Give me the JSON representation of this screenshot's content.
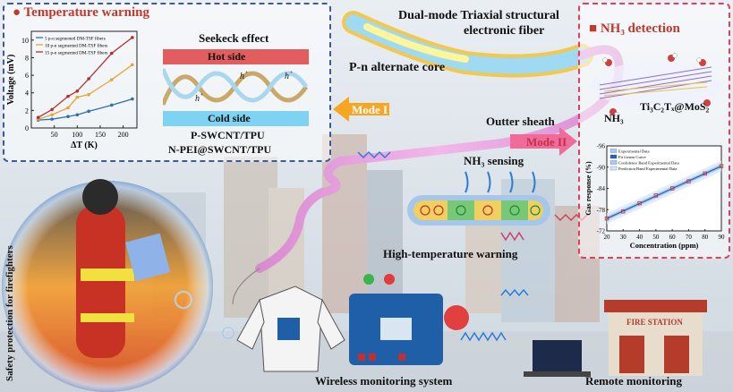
{
  "colors": {
    "left_panel_border": "#3c5aa0",
    "right_panel_border": "#e0405a",
    "fiber_pink": "#e79ad8",
    "mode_arrow_orange": "#f5a623",
    "mode_arrow_pink": "#f06a9a",
    "hot": "#e25d5d",
    "cold": "#7fd3f2"
  },
  "left_panel": {
    "title": "Temperature warning",
    "legend": [
      "5 p-n segmented DM-TSF fibers",
      "10 p-n segmented DM-TSF fibers",
      "15 p-n segmented DM-TSF fibers"
    ],
    "seebeck_title": "Seekeck effect",
    "hot_side": "Hot side",
    "cold_side": "Cold side",
    "carrier_h": "h",
    "carrier_plus": "+",
    "material_p": "P-SWCNT/TPU",
    "material_n": "N-PEI@SWCNT/TPU"
  },
  "chart_data": [
    {
      "type": "line",
      "xlabel": "ΔT (K)",
      "ylabel": "Voltage (mV)",
      "xlim": [
        0,
        230
      ],
      "ylim": [
        0,
        11
      ],
      "xticks": [
        50,
        100,
        150,
        200
      ],
      "yticks": [
        0,
        2,
        4,
        6,
        8,
        10
      ],
      "series": [
        {
          "name": "5 p-n segmented DM-TSF fibers",
          "color": "#2f6fb0",
          "x": [
            15,
            45,
            80,
            100,
            125,
            175,
            220
          ],
          "y": [
            0.9,
            1.0,
            1.3,
            1.5,
            1.9,
            2.6,
            3.3
          ]
        },
        {
          "name": "10 p-n segmented DM-TSF fibers",
          "color": "#e8a23a",
          "x": [
            15,
            45,
            80,
            100,
            125,
            175,
            220
          ],
          "y": [
            1.0,
            1.5,
            2.3,
            3.5,
            3.8,
            5.5,
            7.2
          ]
        },
        {
          "name": "15 p-n segmented DM-TSF fibers",
          "color": "#b03030",
          "x": [
            15,
            45,
            80,
            100,
            125,
            175,
            220
          ],
          "y": [
            1.2,
            2.1,
            3.6,
            4.2,
            5.6,
            8.5,
            10.3
          ]
        }
      ]
    },
    {
      "type": "scatter",
      "xlabel": "Concentration (ppm)",
      "ylabel": "Gas response (%)",
      "xlim": [
        20,
        90
      ],
      "ylim": [
        -72,
        -96
      ],
      "xticks": [
        20,
        30,
        40,
        50,
        60,
        70,
        80,
        90
      ],
      "yticks": [
        -96,
        -90,
        -84,
        -78,
        -72
      ],
      "legend": [
        "Experimental Data",
        "Fit Linear Curve",
        "Confidence Band Experimental Data",
        "Prediction Band Experimental Data"
      ],
      "series": [
        {
          "name": "Experimental Data",
          "x": [
            20,
            30,
            40,
            50,
            60,
            70,
            80,
            90
          ],
          "y": [
            -75.5,
            -77.5,
            -79.8,
            -82.0,
            -84.0,
            -86.0,
            -88.2,
            -90.3
          ]
        }
      ]
    }
  ],
  "fiber": {
    "title_line1": "Dual-mode Triaxial structural",
    "title_line2": "electronic fiber",
    "core_label": "P-n alternate core",
    "sheath_label": "Outter sheath",
    "mode1": "Mode I",
    "mode2": "Mode II",
    "nh3_sensing": "NH₃ sensing",
    "high_temp": "High-temperature warning"
  },
  "right_panel": {
    "title": "NH₃ detection",
    "nh3_label": "NH₃",
    "material": "Ti₃C₂Tₓ@MoS₂"
  },
  "bottom": {
    "safety": "Safety protection for firefighters",
    "wireless": "Wireless monitoring system",
    "remote": "Remote monitoring",
    "fire_station": "FIRE STATION"
  }
}
